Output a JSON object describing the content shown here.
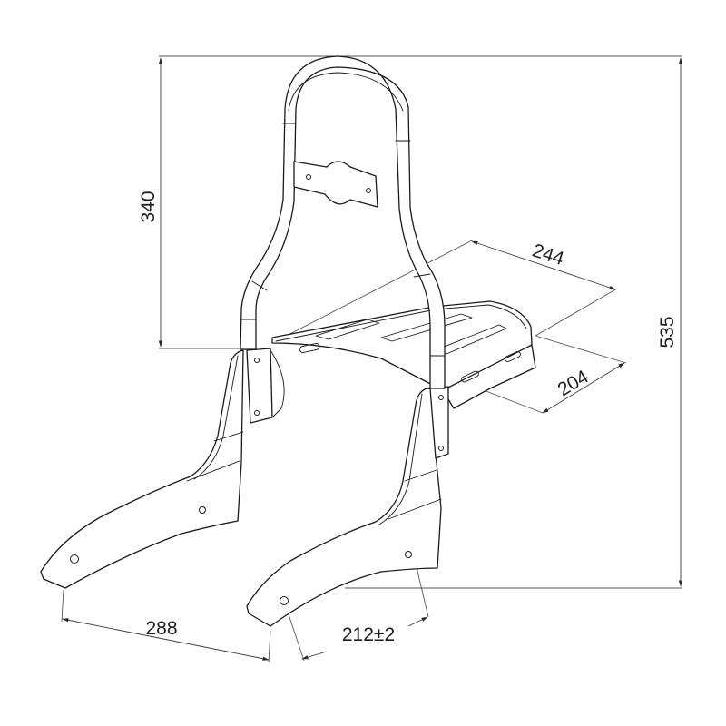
{
  "drawing": {
    "subject": "sissy bar backrest with luggage rack",
    "line_color": "#1a1a1a",
    "background": "#ffffff"
  },
  "dimensions": {
    "backrest_height": {
      "value": "340",
      "orientation": "vertical-left"
    },
    "overall_height": {
      "value": "535",
      "orientation": "vertical-right"
    },
    "rack_length": {
      "value": "244",
      "orientation": "diagonal"
    },
    "rack_width": {
      "value": "204",
      "orientation": "diagonal"
    },
    "side_plate_spacing": {
      "value": "288",
      "orientation": "bottom-left"
    },
    "mounting_hole_distance": {
      "value": "212±2",
      "orientation": "bottom-center"
    }
  }
}
